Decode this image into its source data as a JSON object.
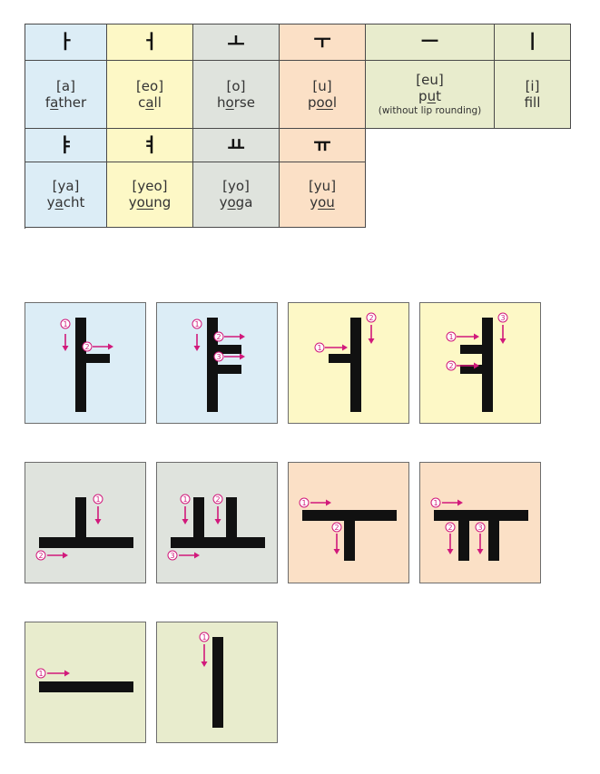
{
  "colors": {
    "blue": "#dcedf6",
    "yellow": "#fdf8c6",
    "gray": "#dfe3dd",
    "peach": "#fbe0c6",
    "green": "#e8eccd",
    "border": "#4a4a4a",
    "arrow": "#d1197b"
  },
  "table": {
    "row1": [
      {
        "glyph": "ㅏ",
        "roman": "[a]",
        "pre": "f",
        "und": "a",
        "post": "ther",
        "note": ""
      },
      {
        "glyph": "ㅓ",
        "roman": "[eo]",
        "pre": "c",
        "und": "a",
        "post": "ll",
        "note": ""
      },
      {
        "glyph": "ㅗ",
        "roman": "[o]",
        "pre": "h",
        "und": "o",
        "post": "rse",
        "note": ""
      },
      {
        "glyph": "ㅜ",
        "roman": "[u]",
        "pre": "p",
        "und": "oo",
        "post": "l",
        "note": ""
      },
      {
        "glyph": "ㅡ",
        "roman": "[eu]",
        "pre": "p",
        "und": "u",
        "post": "t",
        "note": "(without lip rounding)"
      },
      {
        "glyph": "ㅣ",
        "roman": "[i]",
        "pre": "f",
        "und": "i",
        "post": "ll",
        "note": ""
      }
    ],
    "row2": [
      {
        "glyph": "ㅑ",
        "roman": "[ya]",
        "pre": "y",
        "und": "a",
        "post": "cht"
      },
      {
        "glyph": "ㅕ",
        "roman": "[yeo]",
        "pre": "y",
        "und": "ou",
        "post": "ng"
      },
      {
        "glyph": "ㅛ",
        "roman": "[yo]",
        "pre": "y",
        "und": "o",
        "post": "ga"
      },
      {
        "glyph": "ㅠ",
        "roman": "[yu]",
        "pre": "y",
        "und": "ou",
        "post": ""
      }
    ]
  },
  "stroke_boxes": [
    {
      "vowel": "ㅏ",
      "numbers": [
        "①",
        "②"
      ]
    },
    {
      "vowel": "ㅑ",
      "numbers": [
        "①",
        "②",
        "③"
      ]
    },
    {
      "vowel": "ㅓ",
      "numbers": [
        "①",
        "②"
      ]
    },
    {
      "vowel": "ㅕ",
      "numbers": [
        "①",
        "②",
        "③"
      ]
    },
    {
      "vowel": "ㅗ",
      "numbers": [
        "①",
        "②"
      ]
    },
    {
      "vowel": "ㅛ",
      "numbers": [
        "①",
        "②",
        "③"
      ]
    },
    {
      "vowel": "ㅜ",
      "numbers": [
        "①",
        "②"
      ]
    },
    {
      "vowel": "ㅠ",
      "numbers": [
        "①",
        "②",
        "③"
      ]
    },
    {
      "vowel": "ㅡ",
      "numbers": [
        "①"
      ]
    },
    {
      "vowel": "ㅣ",
      "numbers": [
        "①"
      ]
    }
  ]
}
